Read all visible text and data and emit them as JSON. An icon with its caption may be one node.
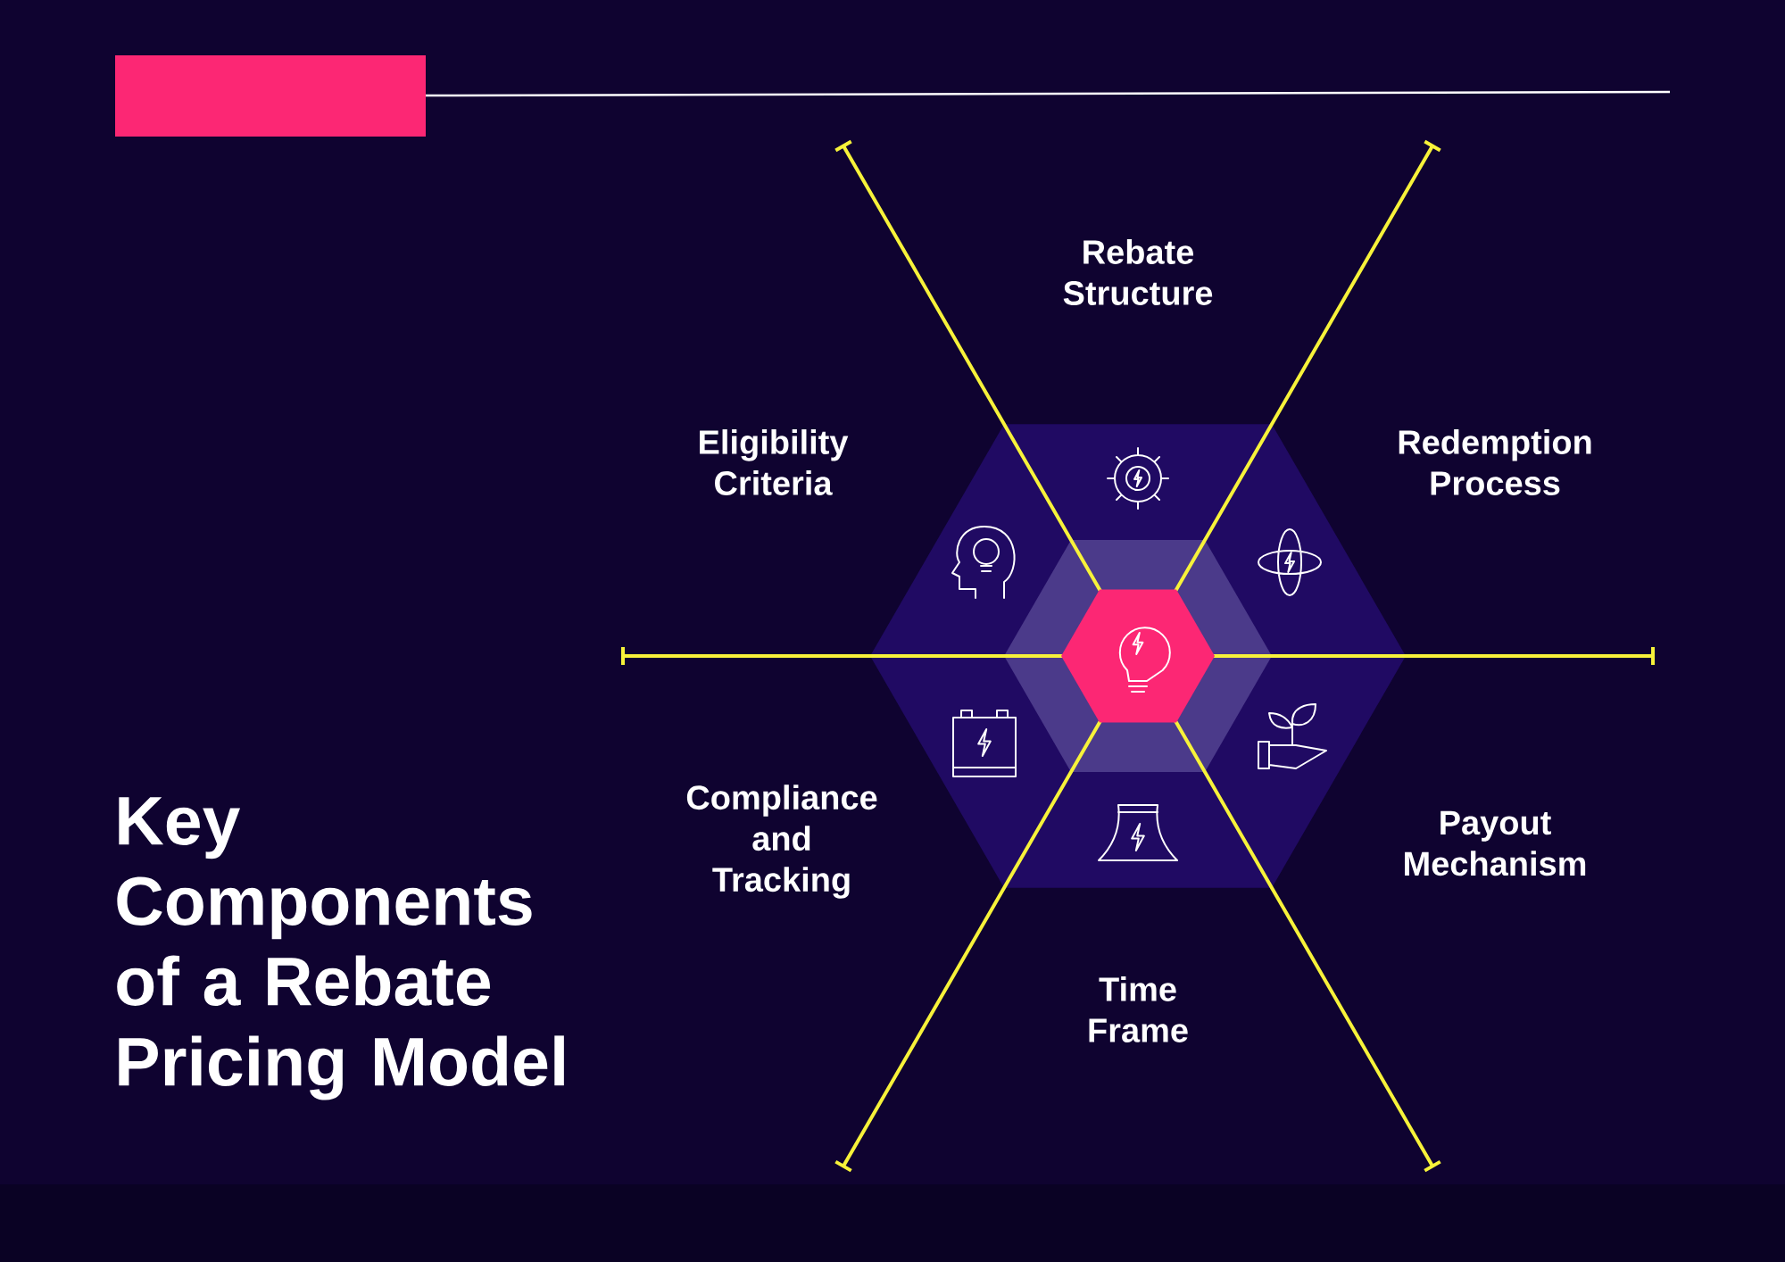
{
  "diagram": {
    "title": "Key Components of a Rebate Pricing Model",
    "labels": [
      "Rebate Structure",
      "Eligibility Criteria",
      "Redemption Process",
      "Compliance and Tracking",
      "Payout Mechanism",
      "Time Frame"
    ]
  }
}
